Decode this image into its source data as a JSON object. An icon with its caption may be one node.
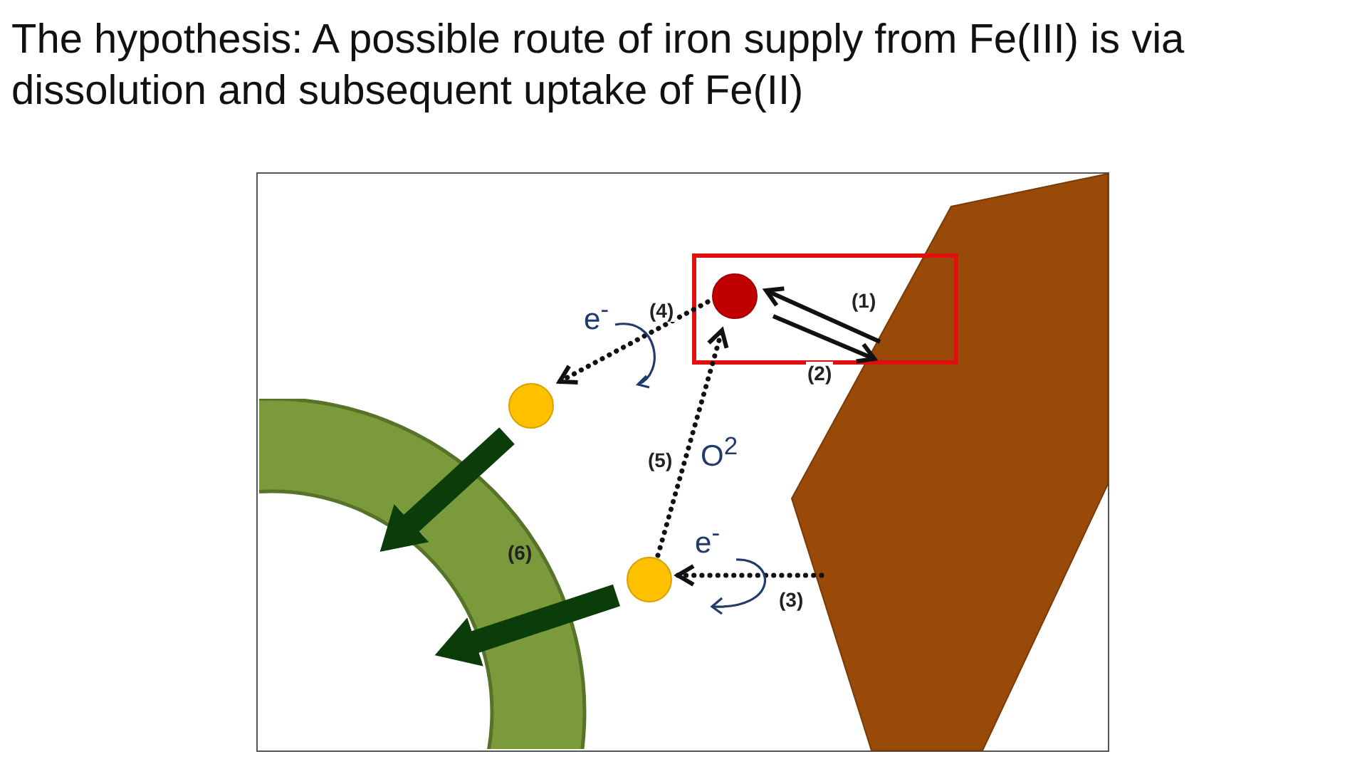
{
  "diagram": {
    "title": "The hypothesis: A possible route of iron supply from Fe(III) is via dissolution and subsequent uptake of Fe(II)",
    "nodes": [
      {
        "text": [],
        "shape": "polygon"
      },
      {
        "text": [],
        "shape": "box"
      },
      {
        "text": [],
        "shape": "circle",
        "in": 1
      },
      {
        "text": [],
        "shape": "circle"
      },
      {
        "text": [],
        "shape": "circle"
      },
      {
        "text": [
          "(6)"
        ]
      }
    ],
    "edges": [
      {
        "from": 0,
        "to": 2,
        "arrow": "to",
        "label": "(1)"
      },
      {
        "from": 2,
        "to": 0,
        "arrow": "to",
        "label": "(2)"
      },
      {
        "from": 2,
        "to": 3,
        "arrow": "to",
        "label": "(4)",
        "style": "dashed"
      },
      {
        "from": 4,
        "to": 2,
        "arrow": "to",
        "label": "(5)",
        "style": "dashed"
      },
      {
        "from": 0,
        "to": 4,
        "arrow": "to",
        "label": "(3)",
        "style": "dashed"
      },
      {
        "from": 3,
        "to": 5,
        "arrow": "to",
        "style": "thick",
        "color": "#0b3d0b"
      },
      {
        "from": 4,
        "to": 5,
        "arrow": "to",
        "style": "thick",
        "color": "#0b3d0b"
      }
    ],
    "labels": [
      "e$^{-}$",
      "O$^{2}$",
      "e$^{-}$"
    ]
  }
}
